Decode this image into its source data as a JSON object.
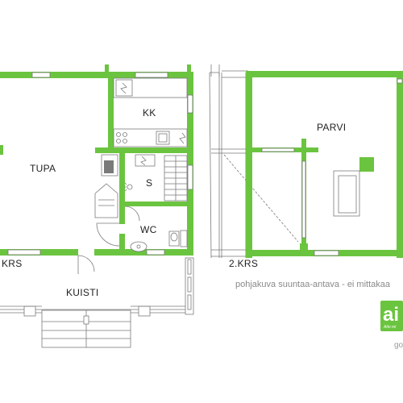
{
  "rooms": {
    "kk": "KK",
    "tupa": "TUPA",
    "s": "S",
    "wc": "WC",
    "kuisti": "KUISTI",
    "parvi": "PARVI"
  },
  "floors": {
    "first": "KRS",
    "second": "2.KRS"
  },
  "caption": "pohjakuva suuntaa-antava - ei mittakaa",
  "logo": {
    "text": "ai",
    "tagline": "Aito mi"
  },
  "corner": "go",
  "colors": {
    "wall": "#6bc43f",
    "line": "#7a7a7a"
  }
}
